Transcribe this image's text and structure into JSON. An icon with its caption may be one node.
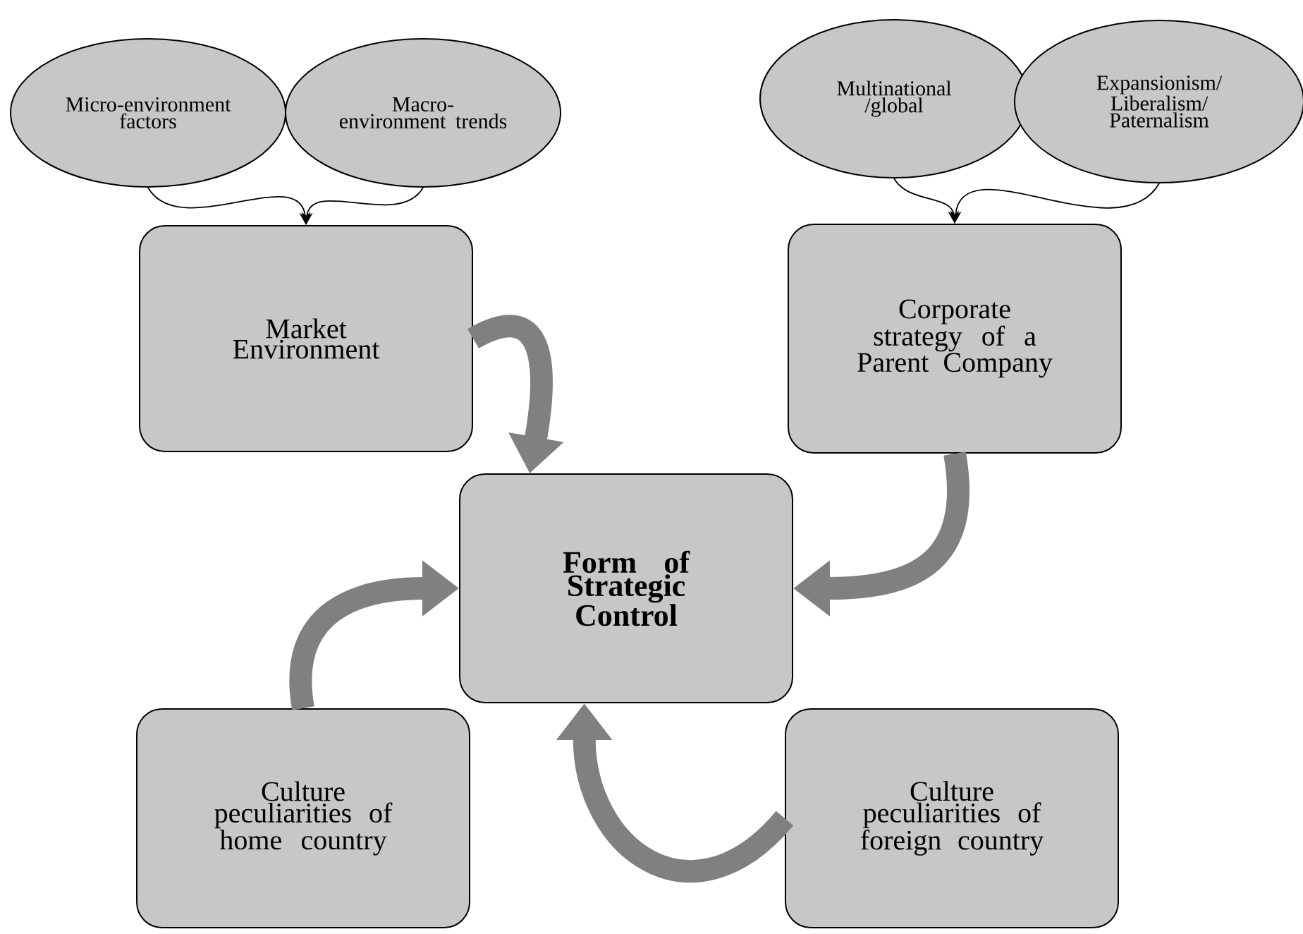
{
  "diagram": {
    "nodes": [
      {
        "text": [
          "Micro-environment factors"
        ]
      },
      {
        "text": [
          "Macro-environment trends"
        ]
      },
      {
        "text": [
          "Market Environment"
        ]
      },
      {
        "text": [
          "Multinational /global"
        ]
      },
      {
        "text": [
          "Expansionism/ Liberalism/ Paternalism"
        ]
      },
      {
        "text": [
          "Corporate strategy of a Parent Company"
        ]
      },
      {
        "text": [
          "Form of Strategic Control"
        ]
      },
      {
        "text": [
          "Culture peculiarities of home country"
        ]
      },
      {
        "text": [
          "Culture peculiarities of foreign country"
        ]
      }
    ],
    "edges": [
      {
        "from": 0,
        "to": 2,
        "arrow": "to"
      },
      {
        "from": 1,
        "to": 2,
        "arrow": "to"
      },
      {
        "from": 3,
        "to": 5,
        "arrow": "to"
      },
      {
        "from": 4,
        "to": 5,
        "arrow": "to"
      },
      {
        "from": 2,
        "to": 6,
        "arrow": "to",
        "style": "thick",
        "color": "#808080"
      },
      {
        "from": 5,
        "to": 6,
        "arrow": "to",
        "style": "thick",
        "color": "#808080"
      },
      {
        "from": 7,
        "to": 6,
        "arrow": "to",
        "style": "thick",
        "color": "#808080"
      },
      {
        "from": 8,
        "to": 6,
        "arrow": "to",
        "style": "thick",
        "color": "#808080"
      }
    ]
  }
}
